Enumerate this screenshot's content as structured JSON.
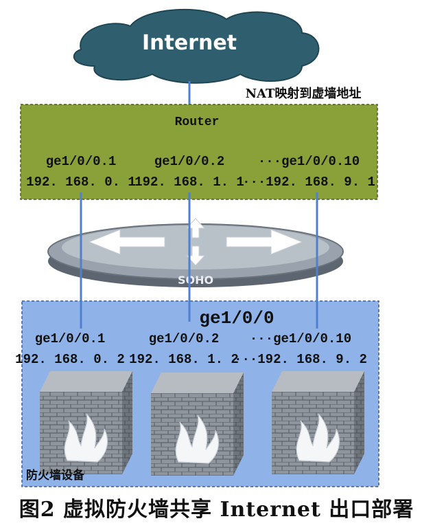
{
  "cloud": {
    "label": "Internet"
  },
  "nat_note": "NAT映射到虚墙地址",
  "router": {
    "title": "Router",
    "interfaces": [
      {
        "name": "ge1/0/0.1",
        "ip": "192. 168. 0. 1"
      },
      {
        "name": "ge1/0/0.2",
        "ip": "192. 168. 1. 1"
      },
      {
        "name": "···ge1/0/0.10",
        "ip": "···192. 168. 9. 1"
      }
    ]
  },
  "switch": {
    "label": "SOHO"
  },
  "firewall_zone": {
    "trunk_label": "ge1/0/0",
    "interfaces": [
      {
        "name": "ge1/0/0.1",
        "ip": "192. 168. 0. 2"
      },
      {
        "name": "ge1/0/0.2",
        "ip": "192. 168. 1. 2"
      },
      {
        "name": "···ge1/0/0.10",
        "ip": "···192. 168. 9. 2"
      }
    ],
    "zone_label": "防火墙设备"
  },
  "caption": "图2   虚拟防火墙共享 Internet 出口部署",
  "colors": {
    "cloud": "#2f5f6e",
    "router_box": "#8aa13a",
    "firewall_zone": "#8fb3e8",
    "link": "#4e7fd0"
  }
}
